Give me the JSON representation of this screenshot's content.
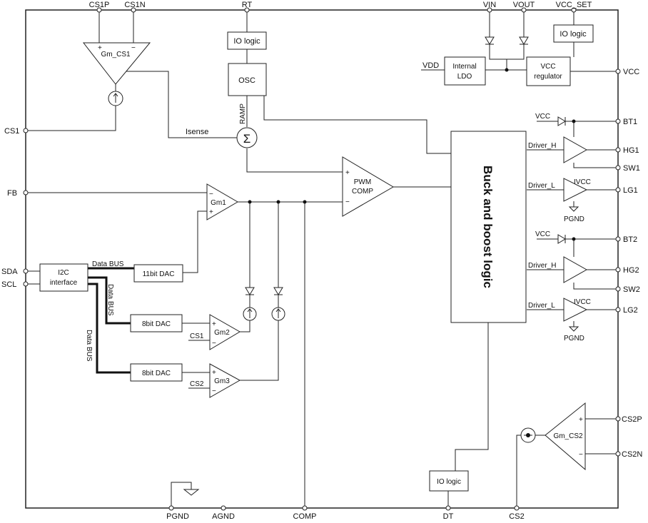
{
  "pins": {
    "cs1p": "CS1P",
    "cs1n": "CS1N",
    "rt": "RT",
    "vin": "VIN",
    "vout": "VOUT",
    "vcc_set": "VCC_SET",
    "vcc": "VCC",
    "bt1": "BT1",
    "hg1": "HG1",
    "sw1": "SW1",
    "lg1": "LG1",
    "bt2": "BT2",
    "hg2": "HG2",
    "sw2": "SW2",
    "lg2": "LG2",
    "cs2p": "CS2P",
    "cs2n": "CS2N",
    "cs1": "CS1",
    "fb": "FB",
    "sda": "SDA",
    "scl": "SCL",
    "pgnd": "PGND",
    "agnd": "AGND",
    "comp": "COMP",
    "dt": "DT",
    "cs2": "CS2"
  },
  "blocks": {
    "io_logic_rt": "IO logic",
    "io_logic_vcc": "IO logic",
    "io_logic_dt": "IO logic",
    "osc": "OSC",
    "ldo_line1": "Internal",
    "ldo_line2": "LDO",
    "vccreg_line1": "VCC",
    "vccreg_line2": "regulator",
    "i2c_line1": "I2C",
    "i2c_line2": "interface",
    "dac11": "11bit DAC",
    "dac8_1": "8bit DAC",
    "dac8_2": "8bit DAC",
    "buck_logic": "Buck and boost logic"
  },
  "amps": {
    "gm_cs1": "Gm_CS1",
    "gm_cs2": "Gm_CS2",
    "gm1": "Gm1",
    "gm2": "Gm2",
    "gm3": "Gm3",
    "pwm_line1": "PWM",
    "pwm_line2": "COMP"
  },
  "labels": {
    "vdd": "VDD",
    "isense": "Isense",
    "ramp": "RAMP",
    "sigma": "Σ",
    "data_bus_1": "Data BUS",
    "data_bus_2": "Data BUS",
    "data_bus_3": "Data BUS",
    "cs1_in": "CS1",
    "cs2_in": "CS2",
    "vcc_bt1": "VCC",
    "vcc_bt2": "VCC",
    "driver_h1": "Driver_H",
    "driver_l1": "Driver_L",
    "driver_h2": "Driver_H",
    "driver_l2": "Driver_L",
    "ivcc1": "IVCC",
    "ivcc2": "IVCC",
    "pgnd1": "PGND",
    "pgnd2": "PGND",
    "plus": "+",
    "minus": "−"
  }
}
